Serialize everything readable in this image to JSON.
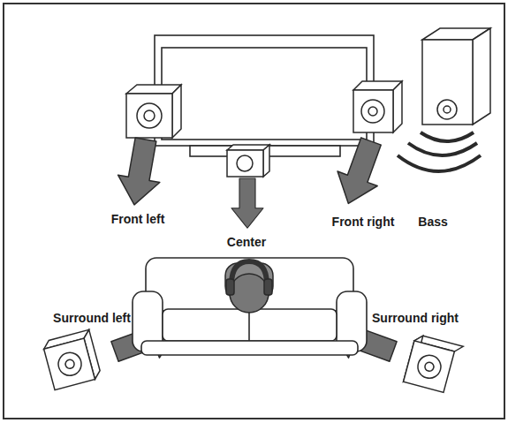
{
  "diagram": {
    "labels": [
      "Front left",
      "Center",
      "Front right",
      "Bass",
      "Surround left",
      "Surround right"
    ]
  }
}
